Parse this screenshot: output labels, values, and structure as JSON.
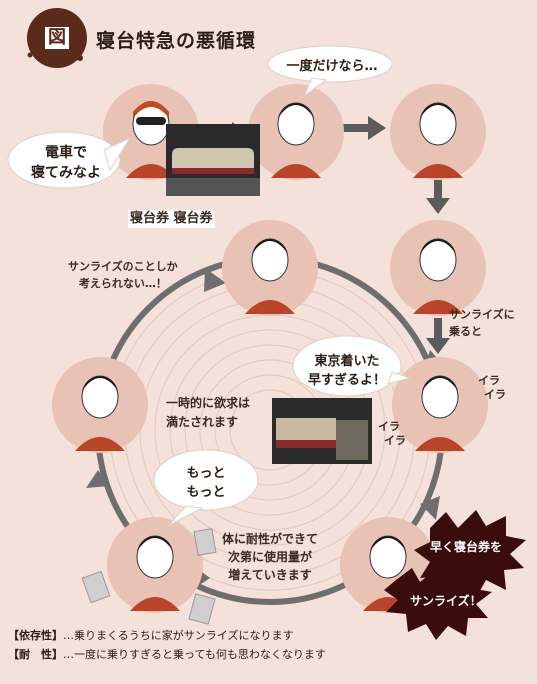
{
  "title": "寝台特急の悪循環",
  "badge": "図",
  "labels": {
    "hint_to_ride": "電車で\n寝てみなよ",
    "just_once": "一度だけなら…",
    "tickets": "寝台券 寝台券",
    "only_sunrise": "サンライズのことしか\n考えられない…！",
    "ride_then": "サンライズに\n乗ると",
    "arrive_tokyo": "東京着いた\n早すぎるよ！",
    "ira1": "イラ",
    "ira2": "イラ",
    "ira3": "イラ",
    "ira4": "イラ",
    "temp_satisfied": "一時的に欲求は\n満たされます",
    "more_more": "もっと\nもっと",
    "tolerance": "体に耐性ができて\n次第に使用量が\n増えていきます",
    "burst_ticket": "早く寝台券を",
    "burst_sunrise": "サンライズ！"
  },
  "definitions": [
    {
      "term": "【依存性】",
      "text": "…乗りまくるうちに家がサンライズになります"
    },
    {
      "term": "【耐　性】",
      "text": "…一度に乗りすぎると乗っても何も思わなくなります"
    }
  ],
  "colors": {
    "background": "#f4e1da",
    "circle_fill": "#e8c2b5",
    "arrow": "#5b5b5b",
    "ring": "#7a7a7a",
    "badge": "#5a2a1a",
    "burst": "#3a0c0c"
  }
}
